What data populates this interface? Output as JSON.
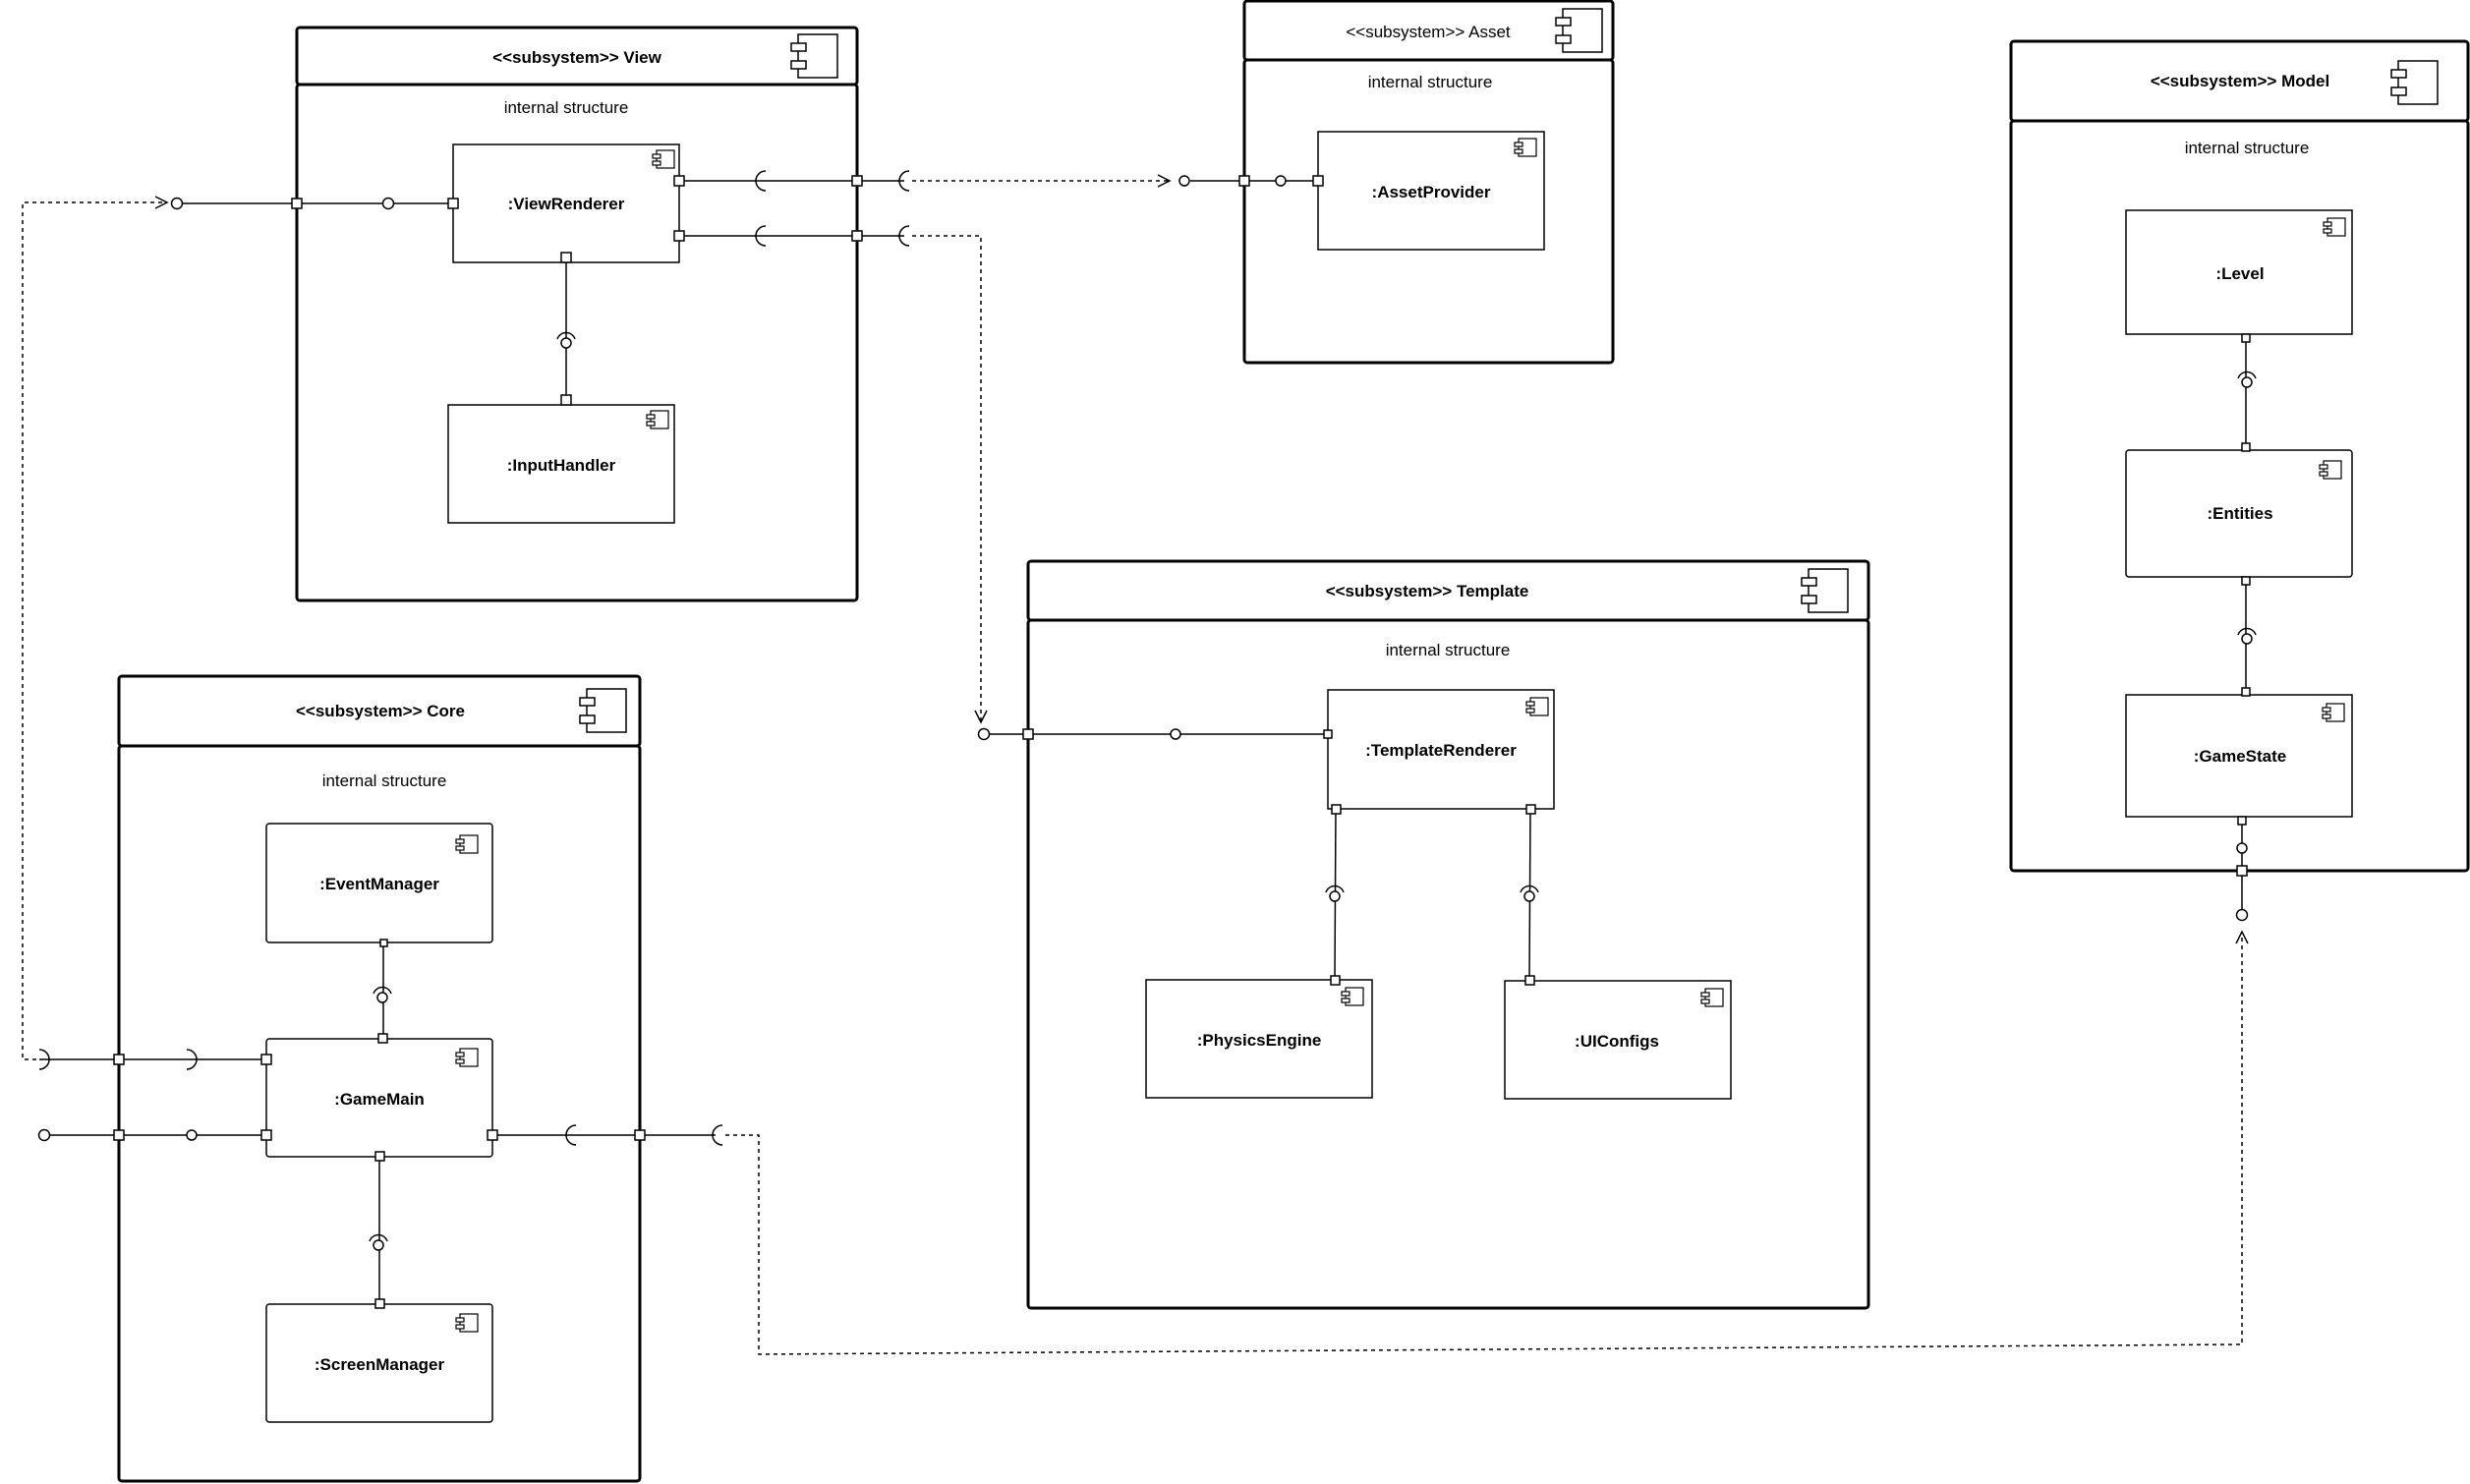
{
  "subsystems": {
    "view": {
      "title": "<<subsystem>> View",
      "subtitle": "internal structure",
      "title_bold": true
    },
    "asset": {
      "title": "<<subsystem>> Asset",
      "subtitle": "internal structure",
      "title_bold": false
    },
    "model": {
      "title": "<<subsystem>> Model",
      "subtitle": "internal structure",
      "title_bold": true
    },
    "template": {
      "title": "<<subsystem>> Template",
      "subtitle": "internal structure",
      "title_bold": true
    },
    "core": {
      "title": "<<subsystem>> Core",
      "subtitle": "internal structure",
      "title_bold": true
    }
  },
  "components": {
    "view_renderer": ":ViewRenderer",
    "input_handler": ":InputHandler",
    "asset_provider": ":AssetProvider",
    "level": ":Level",
    "entities": ":Entities",
    "game_state": ":GameState",
    "template_renderer": ":TemplateRenderer",
    "physics_engine": ":PhysicsEngine",
    "ui_configs": ":UIConfigs",
    "event_manager": ":EventManager",
    "game_main": ":GameMain",
    "screen_manager": ":ScreenManager"
  },
  "icon": "component-icon"
}
